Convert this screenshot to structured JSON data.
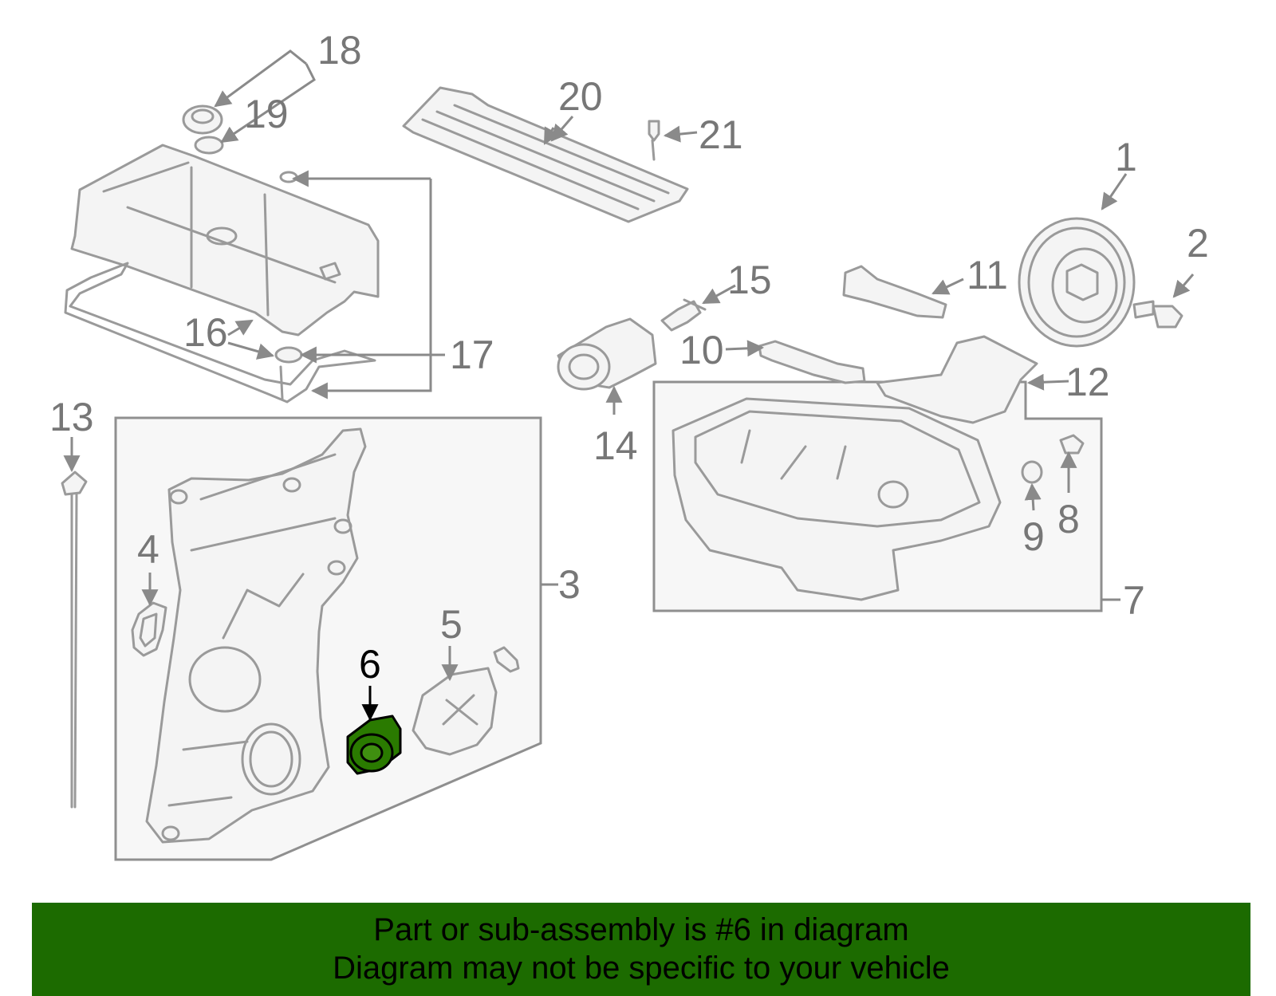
{
  "colors": {
    "banner_bg": "#1c6b00",
    "highlight_part": "#2a7a00",
    "line_gray": "#9a9a9a",
    "label_gray": "#777777"
  },
  "callouts": {
    "n1": "1",
    "n2": "2",
    "n3": "3",
    "n4": "4",
    "n5": "5",
    "n6": "6",
    "n7": "7",
    "n8": "8",
    "n9": "9",
    "n10": "10",
    "n11": "11",
    "n12": "12",
    "n13": "13",
    "n14": "14",
    "n15": "15",
    "n16": "16",
    "n17": "17",
    "n18": "18",
    "n19": "19",
    "n20": "20",
    "n21": "21"
  },
  "highlighted_callout": "6",
  "banner": {
    "line1": "Part or sub-assembly is #6 in diagram",
    "line2": "Diagram may not be specific to your vehicle"
  }
}
